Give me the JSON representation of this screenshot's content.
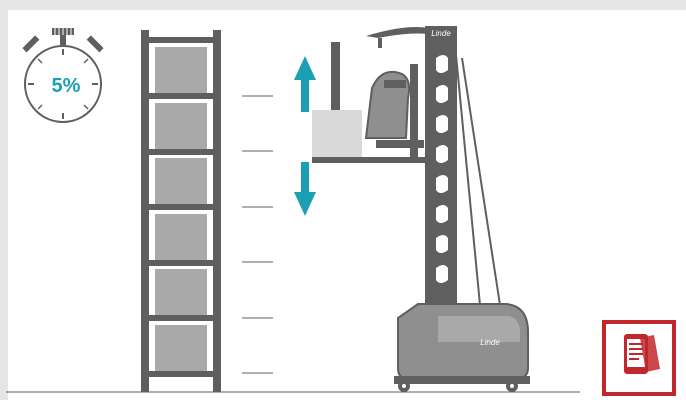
{
  "timer": {
    "percent_label": "5%",
    "icon": "stopwatch-icon"
  },
  "forklift": {
    "brand_mast": "Linde",
    "brand_body": "Linde"
  },
  "rack": {
    "levels": 6
  },
  "arrows": {
    "up": "arrow-up-icon",
    "down": "arrow-down-icon"
  },
  "corner_button": {
    "icon": "tablet-document-icon"
  },
  "colors": {
    "accent": "#1a9fb5",
    "dark_gray": "#5f5f5f",
    "mid_gray": "#8f8f8f",
    "box_gray": "#a9a9a9",
    "load_gray": "#d9d9d9",
    "brand_red": "#c1272d",
    "background": "#e6e6e6"
  }
}
